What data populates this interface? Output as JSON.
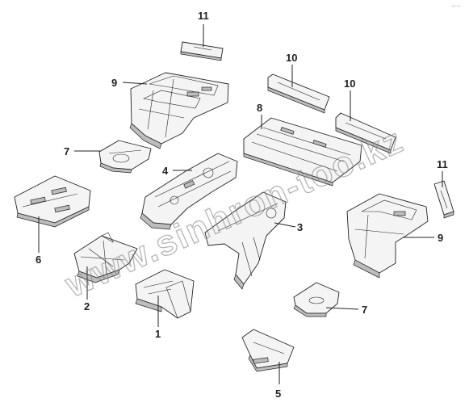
{
  "diagram": {
    "callouts": [
      "1",
      "2",
      "3",
      "4",
      "5",
      "6",
      "7",
      "7",
      "8",
      "9",
      "9",
      "10",
      "10",
      "11",
      "11"
    ],
    "watermark": "www.sinhron-too.kz",
    "corner_text": "27 ***"
  }
}
